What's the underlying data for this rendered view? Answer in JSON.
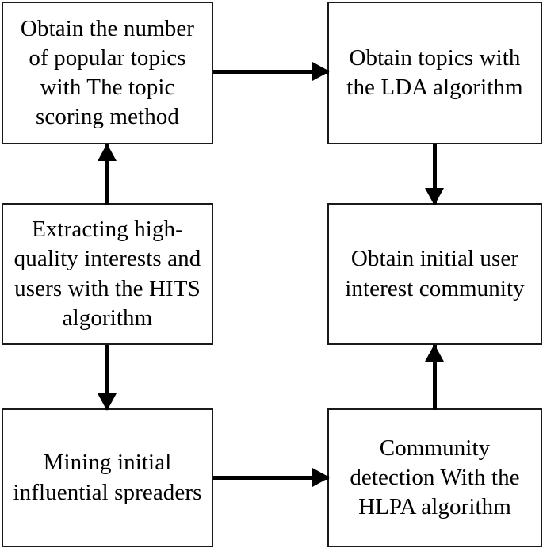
{
  "diagram": {
    "type": "flowchart",
    "title": "",
    "nodes": [
      {
        "id": "topic-scoring",
        "label": "Obtain the number of popular topics with The topic scoring method"
      },
      {
        "id": "lda",
        "label": "Obtain topics with the LDA algorithm"
      },
      {
        "id": "hits",
        "label": "Extracting high-quality  interests and users with the HITS algorithm"
      },
      {
        "id": "initial-community",
        "label": "Obtain initial user interest community"
      },
      {
        "id": "spreaders",
        "label": "Mining initial influential spreaders"
      },
      {
        "id": "hlpa",
        "label": "Community detection With the HLPA algorithm"
      }
    ],
    "edges": [
      {
        "id": "topic-to-lda",
        "from": "topic-scoring",
        "to": "lda",
        "direction": "right",
        "label": ""
      },
      {
        "id": "lda-to-community",
        "from": "lda",
        "to": "initial-community",
        "direction": "down",
        "label": ""
      },
      {
        "id": "hits-to-topic",
        "from": "hits",
        "to": "topic-scoring",
        "direction": "up",
        "label": ""
      },
      {
        "id": "hits-to-spreaders",
        "from": "hits",
        "to": "spreaders",
        "direction": "down",
        "label": ""
      },
      {
        "id": "spreaders-to-hlpa",
        "from": "spreaders",
        "to": "hlpa",
        "direction": "right",
        "label": ""
      },
      {
        "id": "hlpa-to-community",
        "from": "hlpa",
        "to": "initial-community",
        "direction": "up",
        "label": ""
      }
    ],
    "colors": {
      "background": "#ffffff",
      "node_fill": "#ffffff",
      "node_border": "#1a1a1a",
      "text": "#000000",
      "arrow": "#000000"
    }
  }
}
